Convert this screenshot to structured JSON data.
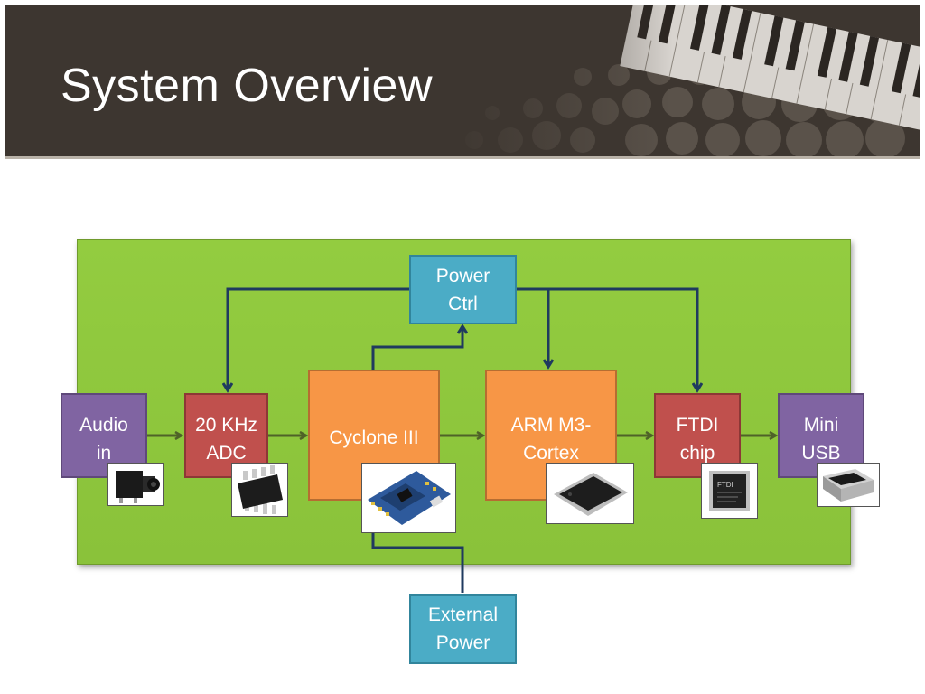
{
  "slide": {
    "title": "System Overview"
  },
  "blocks": {
    "audio_in": "Audio\nin",
    "adc": "20 KHz\nADC",
    "cyclone": "Cyclone III",
    "arm": "ARM M3-\nCortex",
    "ftdi": "FTDI\nchip",
    "usb": "Mini\nUSB",
    "power_ctrl": "Power\nCtrl",
    "external_power": "External\nPower"
  },
  "colors": {
    "header": "#3d3630",
    "panel": "#8ac23a",
    "io_block": "#8064a2",
    "converter_block": "#c0504d",
    "processor_block": "#f79646",
    "power_block": "#4bacc6",
    "signal_arrow": "#4f6228",
    "power_line": "#1f3a5f"
  }
}
